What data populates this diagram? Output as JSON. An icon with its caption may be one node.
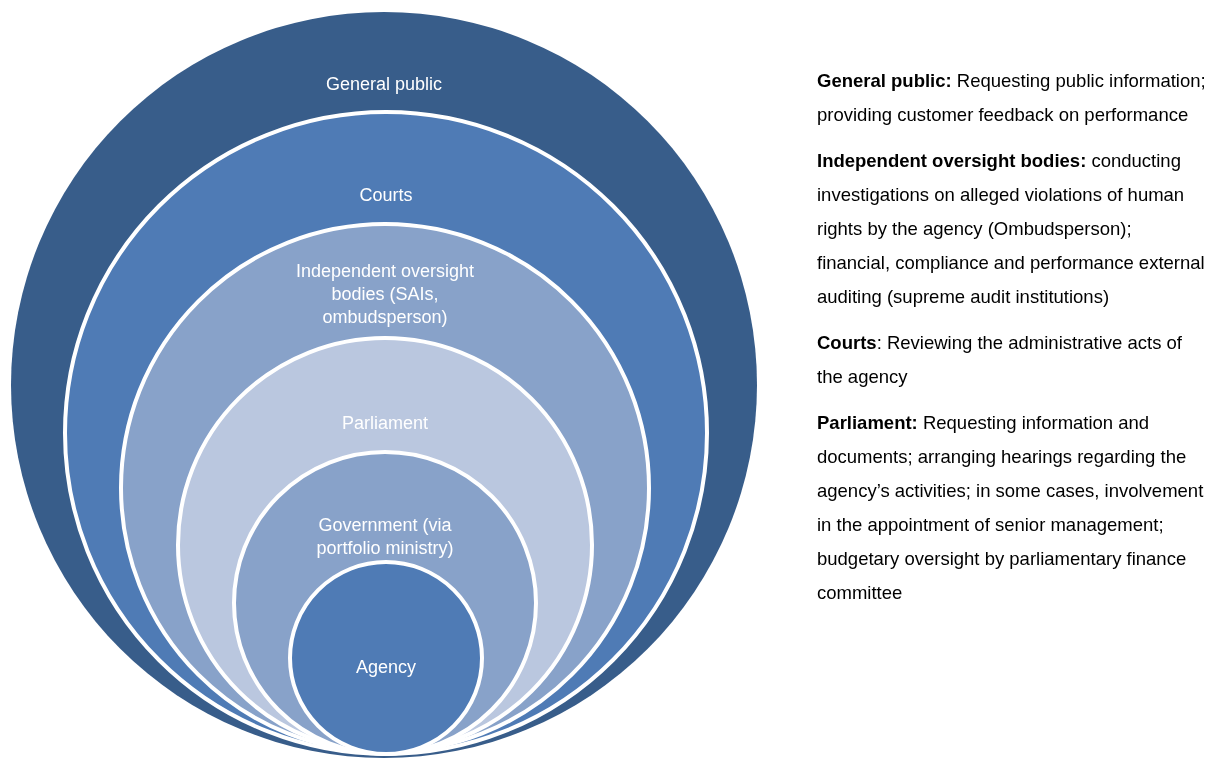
{
  "diagram": {
    "nodes": [
      {
        "text": [
          "General public"
        ]
      },
      {
        "text": [
          "Courts"
        ],
        "in": 0
      },
      {
        "text": [
          "Independent oversight bodies (SAIs, ombudsperson)"
        ],
        "in": 1
      },
      {
        "text": [
          "Parliament"
        ],
        "in": 2
      },
      {
        "text": [
          "Government (via portfolio ministry)"
        ],
        "in": 3
      },
      {
        "text": [
          "Agency"
        ],
        "in": 4
      }
    ],
    "labels": [
      "**General public:** Requesting public information; providing customer feedback on performance",
      "**Independent oversight bodies:** conducting investigations on alleged violations of human rights by the agency (Ombudsperson); financial, compliance and performance external auditing (supreme audit institutions)",
      "**Courts**: Reviewing the administrative acts of the agency",
      "**Parliament:** Requesting information and documents; arranging hearings regarding the agency’s activities; in some cases, involvement in the appointment of senior management; budgetary oversight by parliamentary finance committee"
    ]
  }
}
